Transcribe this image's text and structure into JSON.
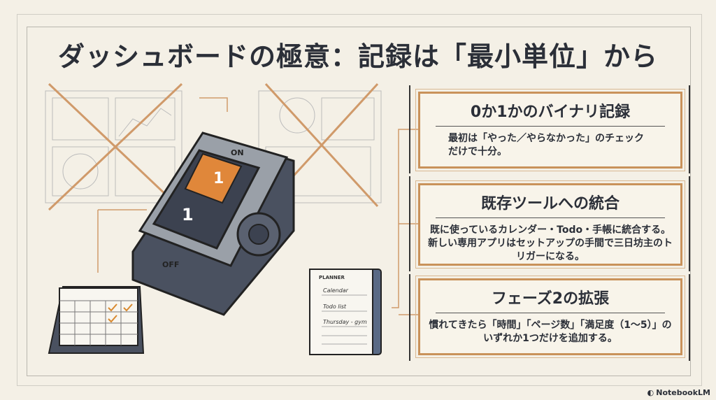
{
  "title": "ダッシュボードの極意：記録は「最小単位」から",
  "cards": [
    {
      "heading": "0か1かのバイナリ記録",
      "body": "最初は「やった／やらなかった」のチェックだけで十分。"
    },
    {
      "heading": "既存ツールへの統合",
      "body": "既に使っているカレンダー・Todo・手帳に統合する。新しい専用アプリはセットアップの手間で三日坊主のトリガーになる。"
    },
    {
      "heading": "フェーズ2の拡張",
      "body": "慣れてきたら「時間」「ページ数」「満足度（1〜5）」のいずれか1つだけを追加する。"
    }
  ],
  "illustration": {
    "switch_on": "ON",
    "switch_off": "OFF",
    "switch_value": "1",
    "planner_label": "PLANNER",
    "planner_lines": [
      "Calendar",
      "Todo list",
      "Thursday - gym"
    ]
  },
  "colors": {
    "accent": "#c9925a",
    "switch_orange": "#e0873a",
    "dark": "#2b2f38"
  },
  "brand": "NotebookLM"
}
